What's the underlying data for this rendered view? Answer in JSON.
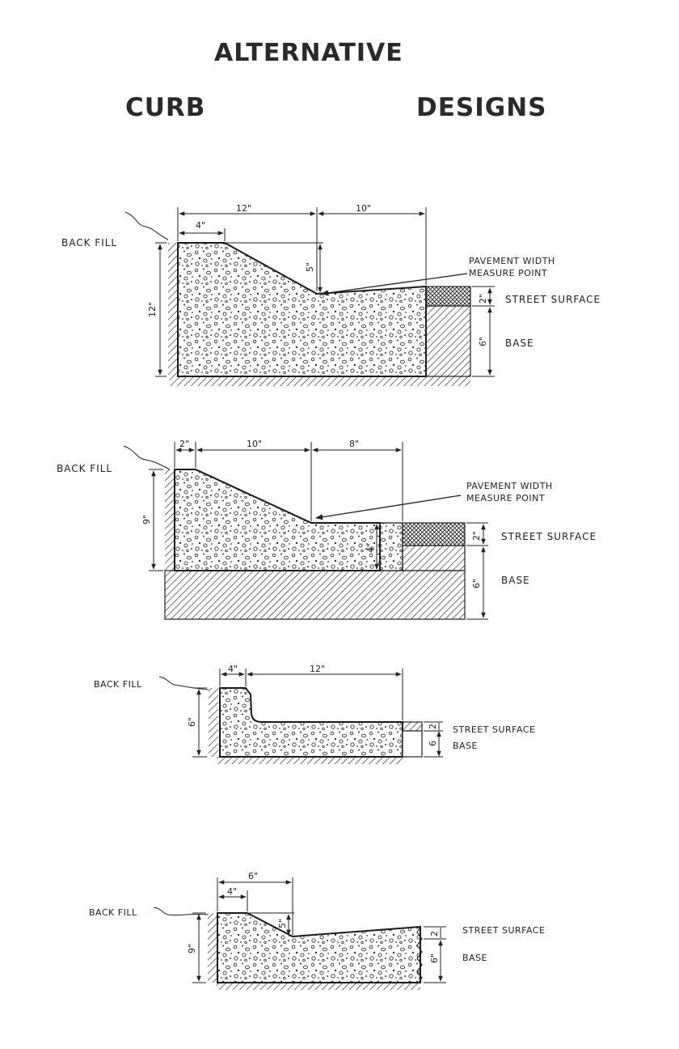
{
  "title": {
    "line1": "ALTERNATIVE",
    "line2_left": "CURB",
    "line2_right": "DESIGNS"
  },
  "labels": {
    "back_fill": "BACK FILL",
    "pavement_measure_line1": "PAVEMENT WIDTH",
    "pavement_measure_line2": "MEASURE POINT",
    "street_surface": "STREET SURFACE",
    "base": "BASE"
  },
  "design1": {
    "top_total": "12\"",
    "top_flat": "4\"",
    "gutter": "10\"",
    "drop": "5\"",
    "height": "12\"",
    "surface": "2\"",
    "base": "6\""
  },
  "design2": {
    "top_flat": "2\"",
    "slope": "10\"",
    "gutter": "8\"",
    "height": "9\"",
    "lip": "4\"",
    "surface": "2\"",
    "base": "6\""
  },
  "design3": {
    "top_flat": "4\"",
    "gutter": "12\"",
    "height": "6\"",
    "surface": "2",
    "base": "6"
  },
  "design4": {
    "top_total": "6\"",
    "top_flat": "4\"",
    "drop": "5\"",
    "height": "9\"",
    "surface": "2",
    "base": "6\""
  },
  "colors": {
    "ink": "#222222",
    "paper": "#ffffff"
  }
}
